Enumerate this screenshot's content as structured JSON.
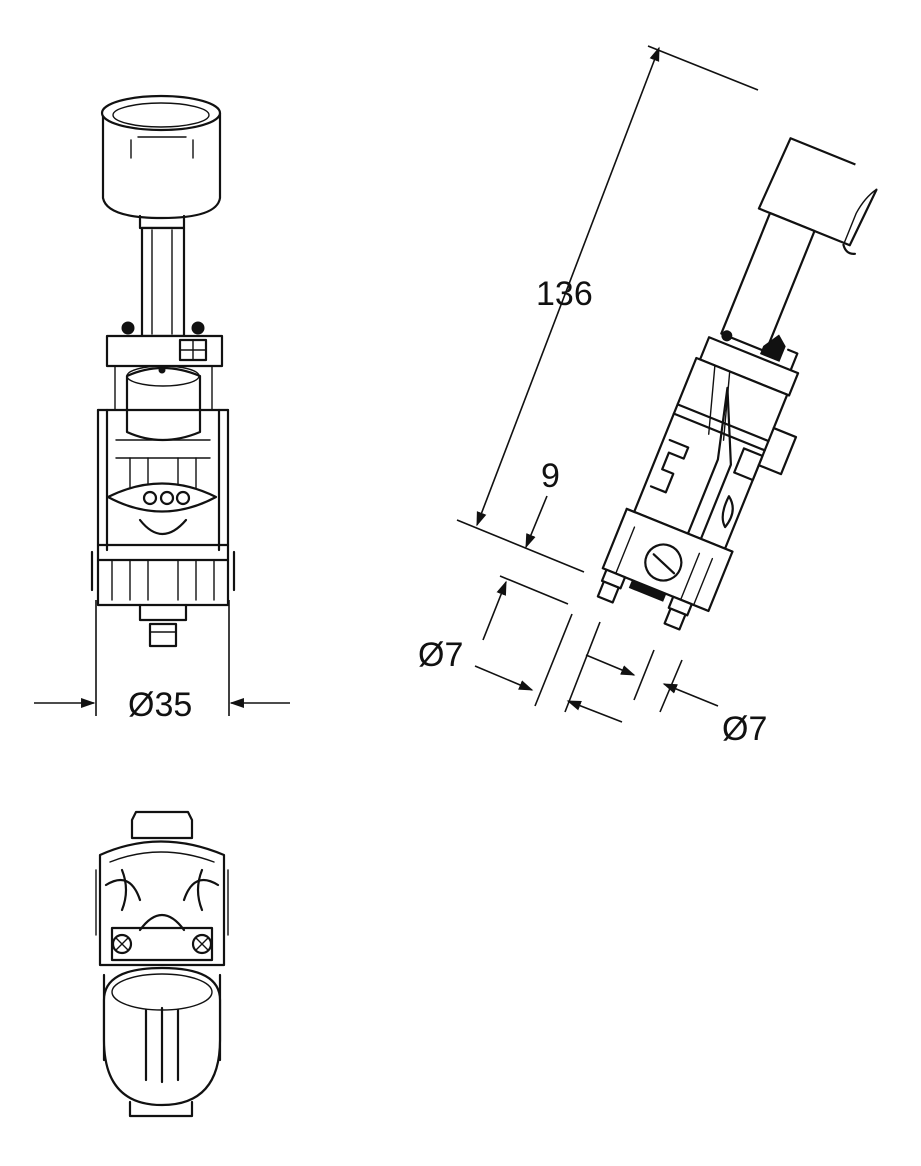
{
  "dimensions": {
    "diameter_body": "Ø35",
    "overall_length": "136",
    "offset": "9",
    "diameter_left_nozzle": "Ø7",
    "diameter_right_nozzle": "Ø7"
  }
}
